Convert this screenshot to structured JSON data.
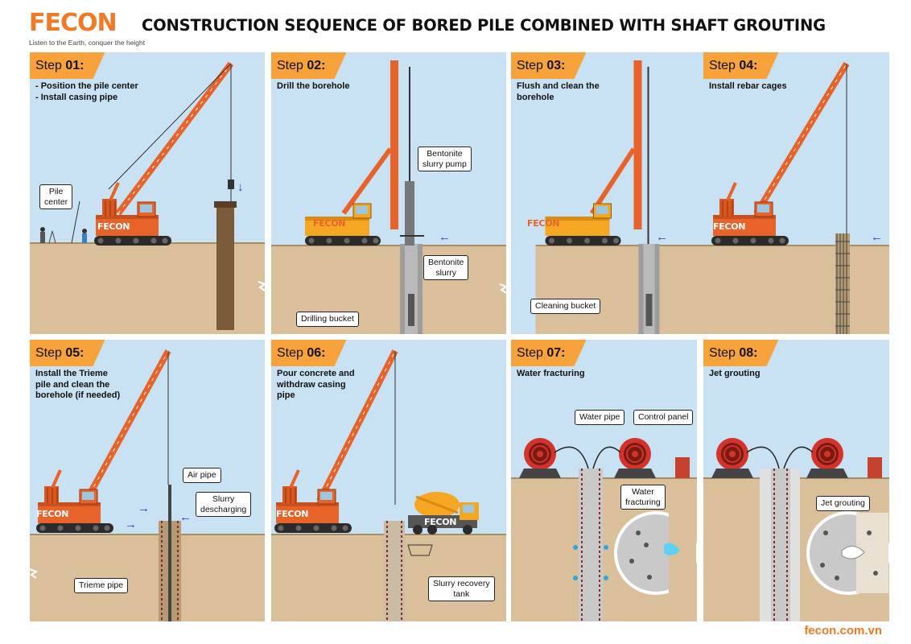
{
  "brand": {
    "logo": "FECON",
    "tagline": "Listen to the Earth, conquer the height",
    "url": "fecon.com.vn"
  },
  "title": "CONSTRUCTION SEQUENCE OF BORED PILE COMBINED WITH SHAFT GROUTING",
  "steps": [
    {
      "prefix": "Step ",
      "number": "01:",
      "description": [
        "- Position the pile center",
        "- Install casing pipe"
      ],
      "callouts": [
        [
          "Pile",
          "center"
        ]
      ]
    },
    {
      "prefix": "Step ",
      "number": "02:",
      "description": [
        "Drill the borehole"
      ],
      "callouts": [
        [
          "Bentonite",
          "slurry pump"
        ],
        [
          "Bentonite",
          "slurry"
        ],
        [
          "Drilling bucket"
        ]
      ]
    },
    {
      "prefix": "Step ",
      "number": "03:",
      "description": [
        "Flush and clean the",
        "borehole"
      ],
      "callouts": [
        [
          "Cleaning bucket"
        ]
      ]
    },
    {
      "prefix": "Step ",
      "number": "04:",
      "description": [
        "Install rebar cages"
      ],
      "callouts": []
    },
    {
      "prefix": "Step ",
      "number": "05:",
      "description": [
        "Install the Trieme",
        "pile and clean the",
        "borehole (if needed)"
      ],
      "callouts": [
        [
          "Air pipe"
        ],
        [
          "Slurry",
          "descharging"
        ],
        [
          "Trieme pipe"
        ]
      ]
    },
    {
      "prefix": "Step ",
      "number": "06:",
      "description": [
        "Pour concrete and",
        "withdraw casing",
        "pipe"
      ],
      "callouts": [
        [
          "Slurry recovery",
          "tank"
        ]
      ]
    },
    {
      "prefix": "Step ",
      "number": "07:",
      "description": [
        "Water fracturing"
      ],
      "callouts": [
        [
          "Water pipe"
        ],
        [
          "Control panel"
        ],
        [
          "Water",
          "fracturing"
        ]
      ]
    },
    {
      "prefix": "Step ",
      "number": "08:",
      "description": [
        "Jet grouting"
      ],
      "callouts": [
        [
          "Jet grouting"
        ]
      ]
    }
  ],
  "colors": {
    "accent": "#f07a25",
    "tab": "#f7a23a",
    "sky": "#c9e2f3",
    "soil": "#d9c09a",
    "arrow": "#2743b8"
  }
}
